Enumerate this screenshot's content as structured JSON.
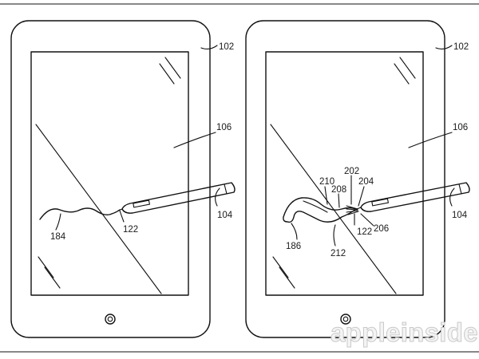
{
  "figure_left": {
    "refs": {
      "device": "102",
      "display": "106",
      "stylus": "104",
      "tip": "122",
      "stroke": "184"
    }
  },
  "figure_right": {
    "refs": {
      "device": "102",
      "display": "106",
      "stylus": "104",
      "tip": "122",
      "stroke": "186",
      "r202": "202",
      "r204": "204",
      "r206": "206",
      "r208": "208",
      "r210": "210",
      "r212": "212"
    }
  },
  "watermark": "appleinsider"
}
